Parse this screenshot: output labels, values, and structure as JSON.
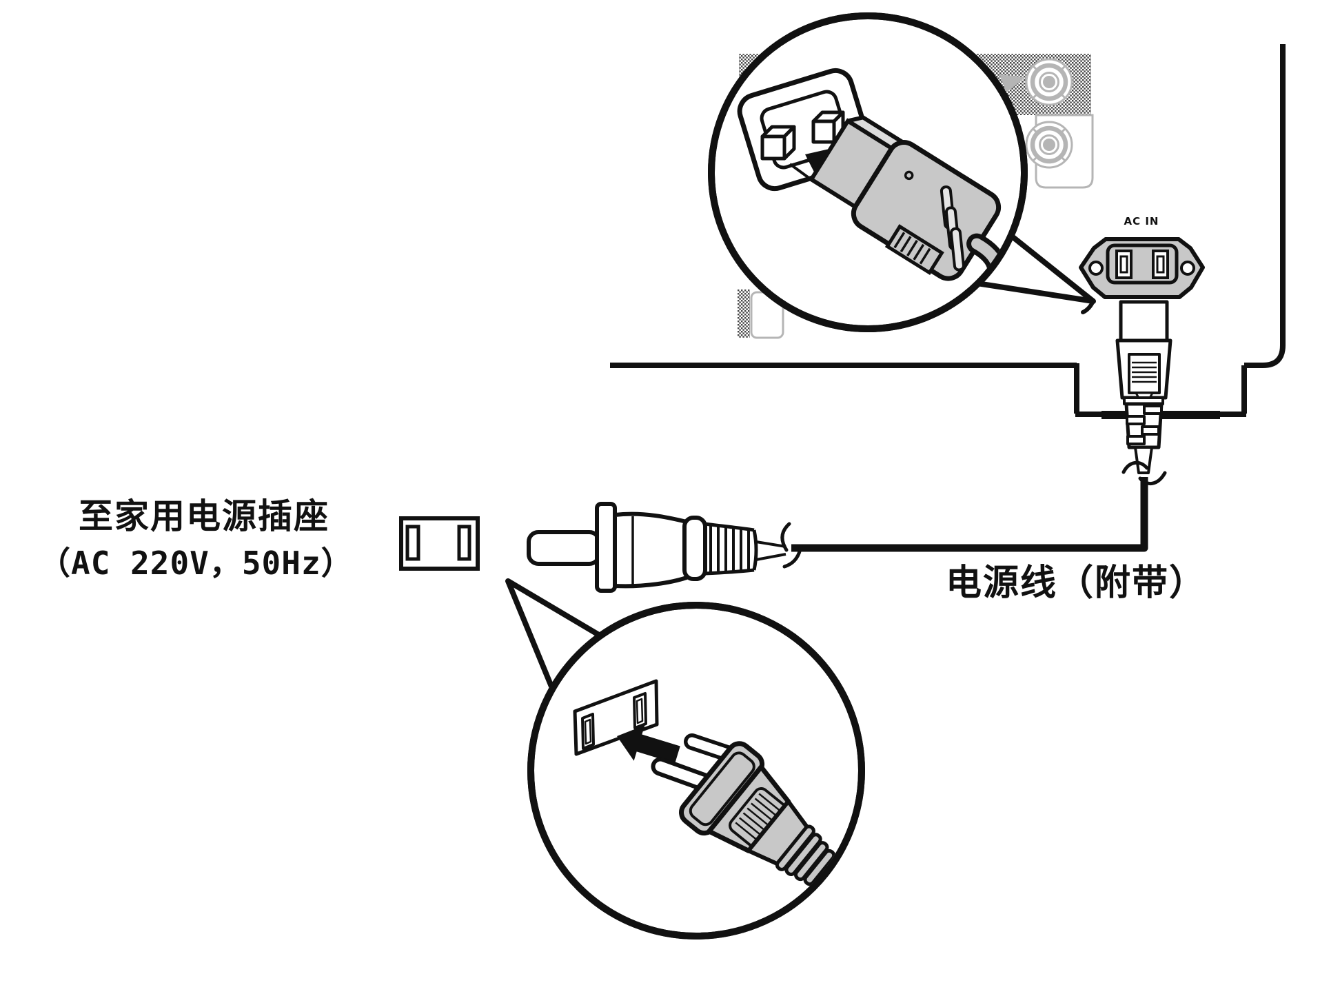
{
  "diagram": {
    "type": "power-cord-connection-illustration",
    "labels": {
      "outlet_line1": "至家用电源插座",
      "outlet_line2": "（AC 220V，50Hz）",
      "power_cord": "电源线（附带）",
      "ac_in": "AC IN"
    },
    "colors": {
      "line": "#111111",
      "connector_gray": "#c8c8c8",
      "panel_gray": "#b5b5b5",
      "background": "#ffffff"
    },
    "icons": [
      "magnifier-circle-top",
      "magnifier-circle-bottom",
      "insert-arrow-icon",
      "ac-inlet-icon",
      "iec-connector-icon",
      "wall-outlet-icon",
      "mains-plug-icon",
      "power-cable"
    ]
  }
}
